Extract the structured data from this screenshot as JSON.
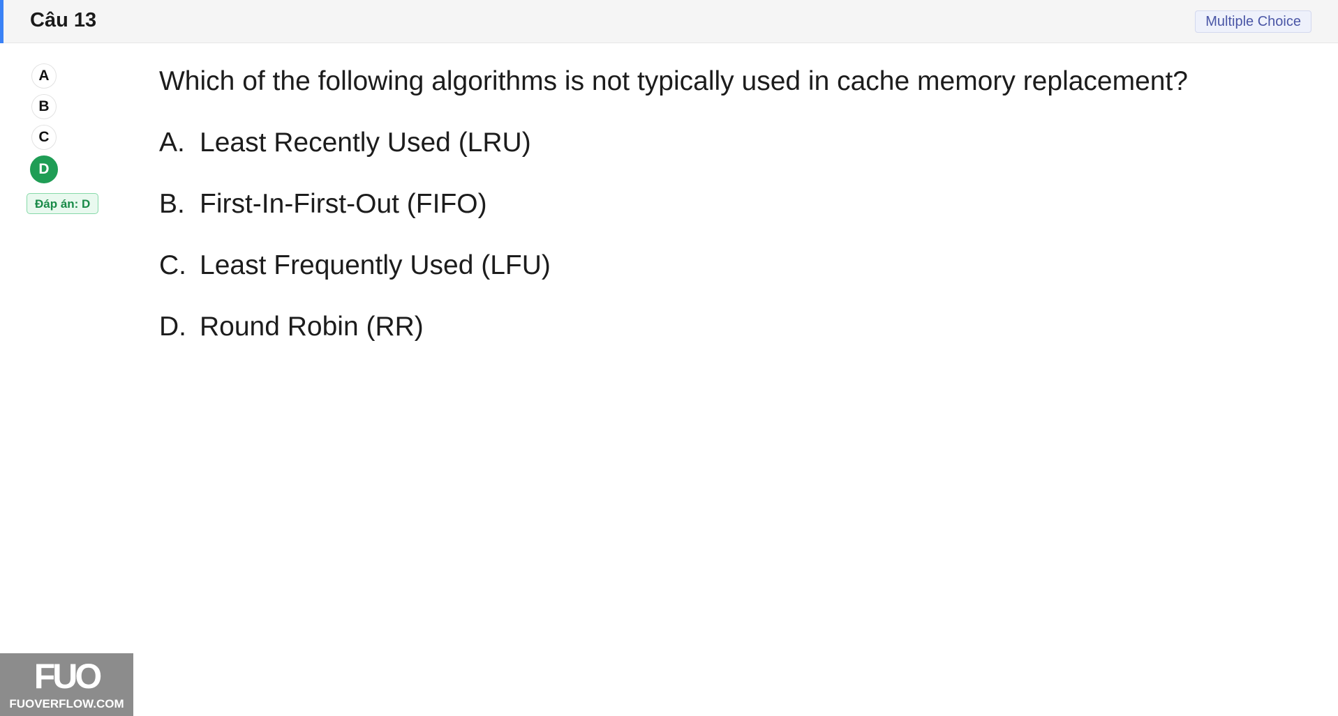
{
  "header": {
    "question_number": "Câu 13",
    "question_type": "Multiple Choice"
  },
  "options_nav": {
    "items": [
      {
        "label": "A",
        "selected": false
      },
      {
        "label": "B",
        "selected": false
      },
      {
        "label": "C",
        "selected": false
      },
      {
        "label": "D",
        "selected": true
      }
    ],
    "answer_label": "Đáp án: D"
  },
  "question": {
    "text": "Which of the following algorithms is not typically used in cache memory replacement?",
    "choices": [
      {
        "letter": "A.",
        "text": "Least Recently Used (LRU)"
      },
      {
        "letter": "B.",
        "text": "First-In-First-Out (FIFO)"
      },
      {
        "letter": "C.",
        "text": "Least Frequently Used (LFU)"
      },
      {
        "letter": "D.",
        "text": "Round Robin (RR)"
      }
    ]
  },
  "watermark": {
    "logo": "FUO",
    "site": "FUOVERFLOW.COM"
  },
  "colors": {
    "accent": "#3b82f6",
    "selected": "#1f9d55",
    "answer_bg": "#e9f9ef",
    "badge_text": "#4a56a6"
  }
}
